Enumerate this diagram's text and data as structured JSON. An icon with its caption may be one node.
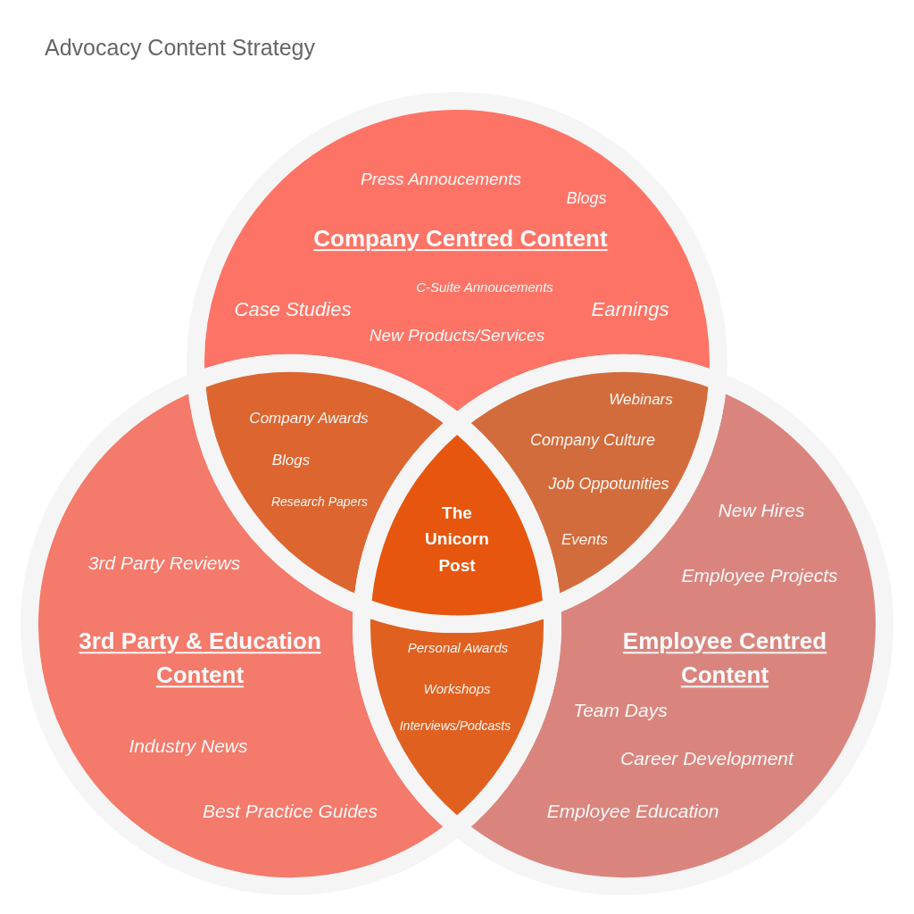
{
  "diagram": {
    "title": "Advocacy Content Strategy",
    "nodes": [
      {
        "text": [
          "Press Annoucements",
          "Blogs",
          "Company Centred Content",
          "C-Suite Annoucements",
          "Case Studies",
          "Earnings",
          "New Products/Services"
        ]
      },
      {
        "text": [
          "Company Awards",
          "Blogs",
          "Research Papers"
        ]
      },
      {
        "text": [
          "Webinars",
          "Company Culture",
          "Job Oppotunities",
          "Events"
        ]
      },
      {
        "text": [
          "The Unicorn Post"
        ]
      },
      {
        "text": [
          "3rd Party Reviews",
          "3rd Party & Education Content",
          "Industry News",
          "Best Practice Guides"
        ]
      },
      {
        "text": [
          "New Hires",
          "Employee Projects",
          "Employee Centred Content",
          "Team Days",
          "Career Development",
          "Employee Education"
        ]
      },
      {
        "text": [
          "Personal Awards",
          "Workshops",
          "Interviews/Podcasts"
        ]
      }
    ]
  }
}
